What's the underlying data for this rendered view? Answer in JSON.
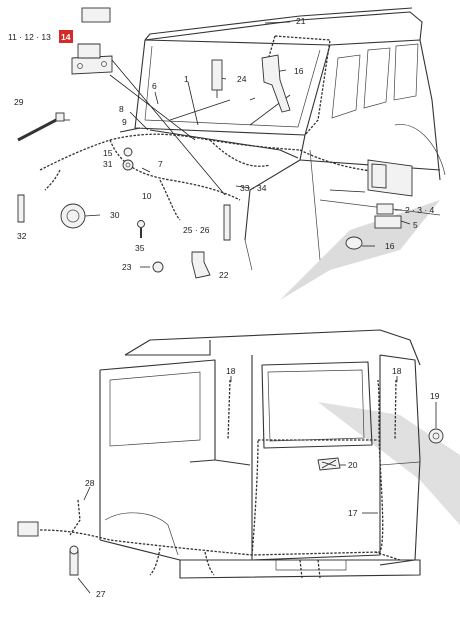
{
  "callouts": {
    "c_11_12_13": "11 · 12 · 13",
    "c_14": "14",
    "c_21": "21",
    "c_6": "6",
    "c_1": "1",
    "c_24": "24",
    "c_16_top": "16",
    "c_29": "29",
    "c_8": "8",
    "c_9": "9",
    "c_15": "15",
    "c_31": "31",
    "c_7": "7",
    "c_10": "10",
    "c_33_34": "33 · 34",
    "c_2_3_4": "2 · 3 · 4",
    "c_5": "5",
    "c_30": "30",
    "c_25_26": "25 · 26",
    "c_16_mid": "16",
    "c_32": "32",
    "c_35": "35",
    "c_23": "23",
    "c_22": "22",
    "c_18_left": "18",
    "c_18_right": "18",
    "c_19": "19",
    "c_20": "20",
    "c_28": "28",
    "c_17": "17",
    "c_27": "27"
  },
  "colors": {
    "highlight": "#d42a2a",
    "line": "#222222",
    "watermark": "#dcdcdc"
  }
}
